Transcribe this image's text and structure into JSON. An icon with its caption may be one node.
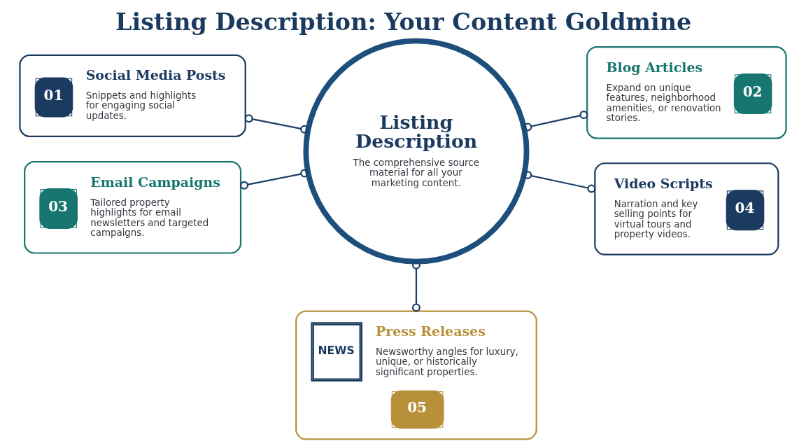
{
  "diagram": {
    "title": "Listing Description: Your Content Goldmine",
    "nodes": [
      {
        "text": [
          "Listing Description",
          "The comprehensive source material for all your marketing content."
        ]
      },
      {
        "text": [
          "01",
          "Social Media Posts",
          "Snippets and highlights for engaging social updates."
        ]
      },
      {
        "text": [
          "02",
          "Blog Articles",
          "Expand on unique features, neighborhood amenities, or renovation stories."
        ]
      },
      {
        "text": [
          "03",
          "Email Campaigns",
          "Tailored property highlights for email newsletters and targeted campaigns."
        ]
      },
      {
        "text": [
          "04",
          "Video Scripts",
          "Narration and key selling points for virtual tours and property videos."
        ]
      },
      {
        "text": [
          "05",
          "NEWS",
          "Press Releases",
          "Newsworthy angles for luxury, unique, or historically significant properties."
        ]
      }
    ],
    "edges": [
      {
        "from": 1,
        "to": 0,
        "arrow": "other"
      },
      {
        "from": 0,
        "to": 2,
        "arrow": "other"
      },
      {
        "from": 3,
        "to": 0,
        "arrow": "other"
      },
      {
        "from": 0,
        "to": 4,
        "arrow": "other"
      },
      {
        "from": 0,
        "to": 5,
        "arrow": "other"
      }
    ]
  }
}
